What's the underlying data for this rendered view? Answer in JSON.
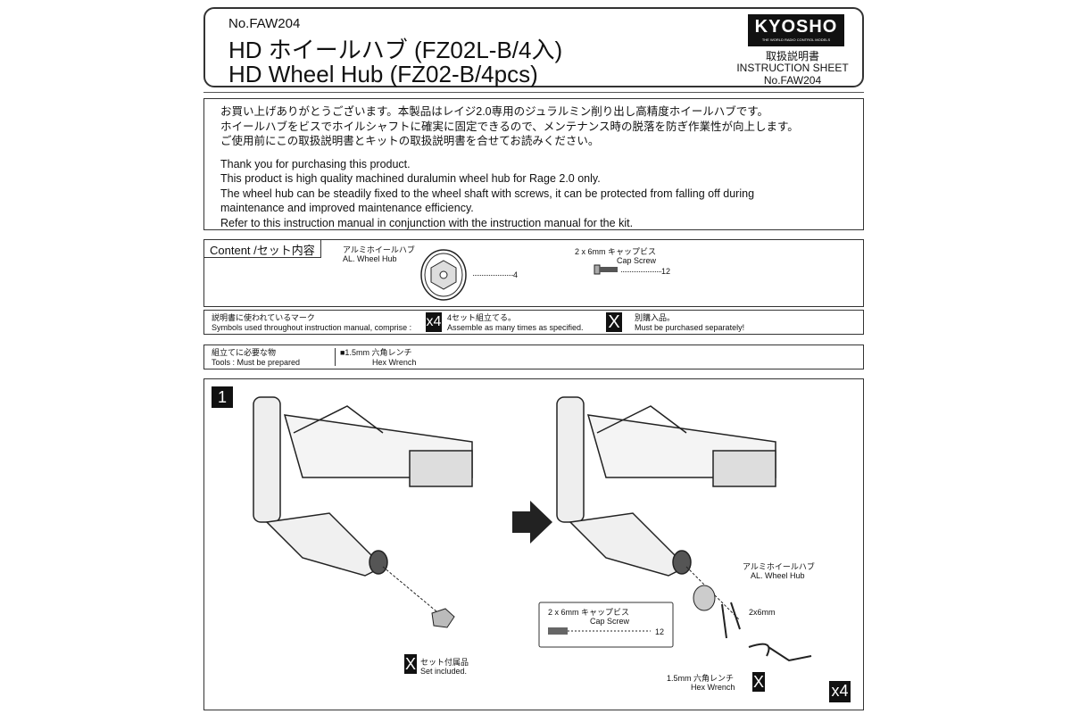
{
  "header": {
    "number": "No.FAW204",
    "title_jp": "HD ホイールハブ (FZ02L-B/4入)",
    "title_en": "HD Wheel Hub (FZ02-B/4pcs)",
    "logo": "KYOSHO",
    "logo_tagline": "THE WORLD RADIO CONTROL MODELS",
    "sheet_jp": "取扱説明書",
    "sheet_en": "INSTRUCTION SHEET",
    "sheet_no": "No.FAW204"
  },
  "intro": {
    "jp": [
      "お買い上げありがとうございます。本製品はレイジ2.0専用のジュラルミン削り出し高精度ホイールハブです。",
      "ホイールハブをビスでホイルシャフトに確実に固定できるので、メンテナンス時の脱落を防ぎ作業性が向上します。",
      "ご使用前にこの取扱説明書とキットの取扱説明書を合せてお読みください。"
    ],
    "en": [
      "Thank you for purchasing this product.",
      "This product is high quality machined duralumin wheel hub for Rage 2.0 only.",
      "The wheel hub can be steadily fixed to the wheel shaft with screws, it can be protected from falling off during",
      "maintenance and improved maintenance efficiency.",
      "Refer to this instruction manual in conjunction with the instruction manual for the kit."
    ]
  },
  "content": {
    "label": "Content /セット内容",
    "items": [
      {
        "jp": "アルミホイールハブ",
        "en": "AL. Wheel Hub",
        "qty": "4"
      },
      {
        "jp": "2 x 6mm  キャップビス",
        "en": "Cap Screw",
        "qty": "12"
      }
    ]
  },
  "symbols": {
    "jp": "説明書に使われているマーク",
    "en": "Symbols used throughout instruction manual, comprise :",
    "x4_badge": "x4",
    "x4_jp": "4セット組立てる。",
    "x4_en": "Assemble as many  times as specified.",
    "x_badge": "X",
    "x_jp": "別購入品。",
    "x_en": "Must be purchased separately!"
  },
  "tools": {
    "jp": "組立てに必要な物",
    "en": "Tools : Must be prepared",
    "item_jp": "■1.5mm 六角レンチ",
    "item_en": "Hex Wrench"
  },
  "step": {
    "number": "1",
    "set_badge": "X",
    "set_jp": "セット付属品",
    "set_en": "Set included.",
    "hub_jp": "アルミホイールハブ",
    "hub_en": "AL. Wheel Hub",
    "screw_jp": "2 x 6mm  キャップビス",
    "screw_en": "Cap Screw",
    "screw_qty": "12",
    "screw_size": "2x6mm",
    "wrench_jp": "1.5mm 六角レンチ",
    "wrench_en": "Hex Wrench",
    "wrench_badge": "X",
    "repeat_badge": "x4"
  }
}
